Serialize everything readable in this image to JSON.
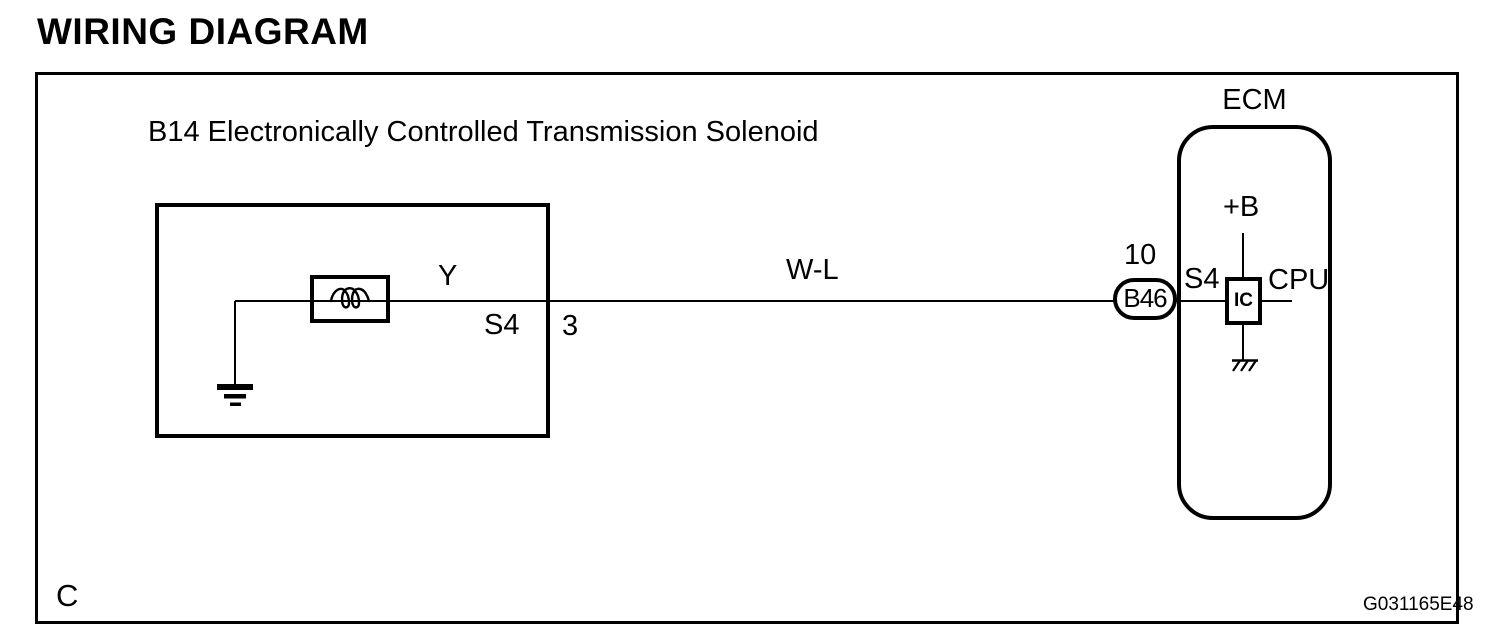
{
  "page": {
    "title": "WIRING DIAGRAM",
    "corner_label": "C",
    "figure_code": "G031165E48",
    "colors": {
      "ink": "#000000",
      "paper": "#ffffff"
    }
  },
  "diagram": {
    "component_label": "B14 Electronically Controlled Transmission Solenoid",
    "solenoid": {
      "wire_color_label": "Y",
      "pin_label": "S4",
      "terminal_number": "3"
    },
    "harness": {
      "wire_color_label": "W-L"
    },
    "connector": {
      "pin_number": "10",
      "code": "B46"
    },
    "ecm": {
      "label": "ECM",
      "power_label": "+B",
      "pin_label": "S4",
      "ic_label": "IC",
      "cpu_label": "CPU"
    },
    "icons": {
      "coil": "solenoid-coil",
      "ground": "earth-ground",
      "chassis_ground": "chassis-ground"
    }
  }
}
